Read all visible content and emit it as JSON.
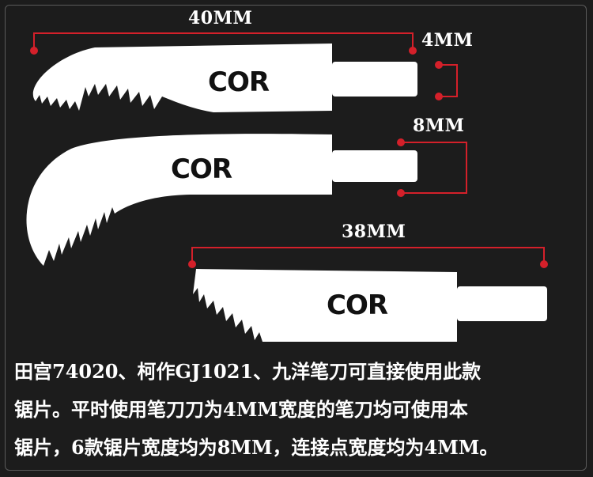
{
  "dimensions": {
    "blade1_length": "40MM",
    "connector_width": "4MM",
    "blade_width": "8MM",
    "blade3_length": "38MM"
  },
  "brand": {
    "logo_text": "COR"
  },
  "colors": {
    "background": "#1c1c1c",
    "blade": "#ffffff",
    "dimension_line": "#d4202a",
    "text": "#ffffff"
  },
  "description": {
    "line1": "田宫74020、柯作GJ1021、九洋笔刀可直接使用此款",
    "line2": "锯片。平时使用笔刀刀为4MM宽度的笔刀均可使用本",
    "line3": "锯片，6款锯片宽度均为8MM，连接点宽度均为4MM。"
  }
}
